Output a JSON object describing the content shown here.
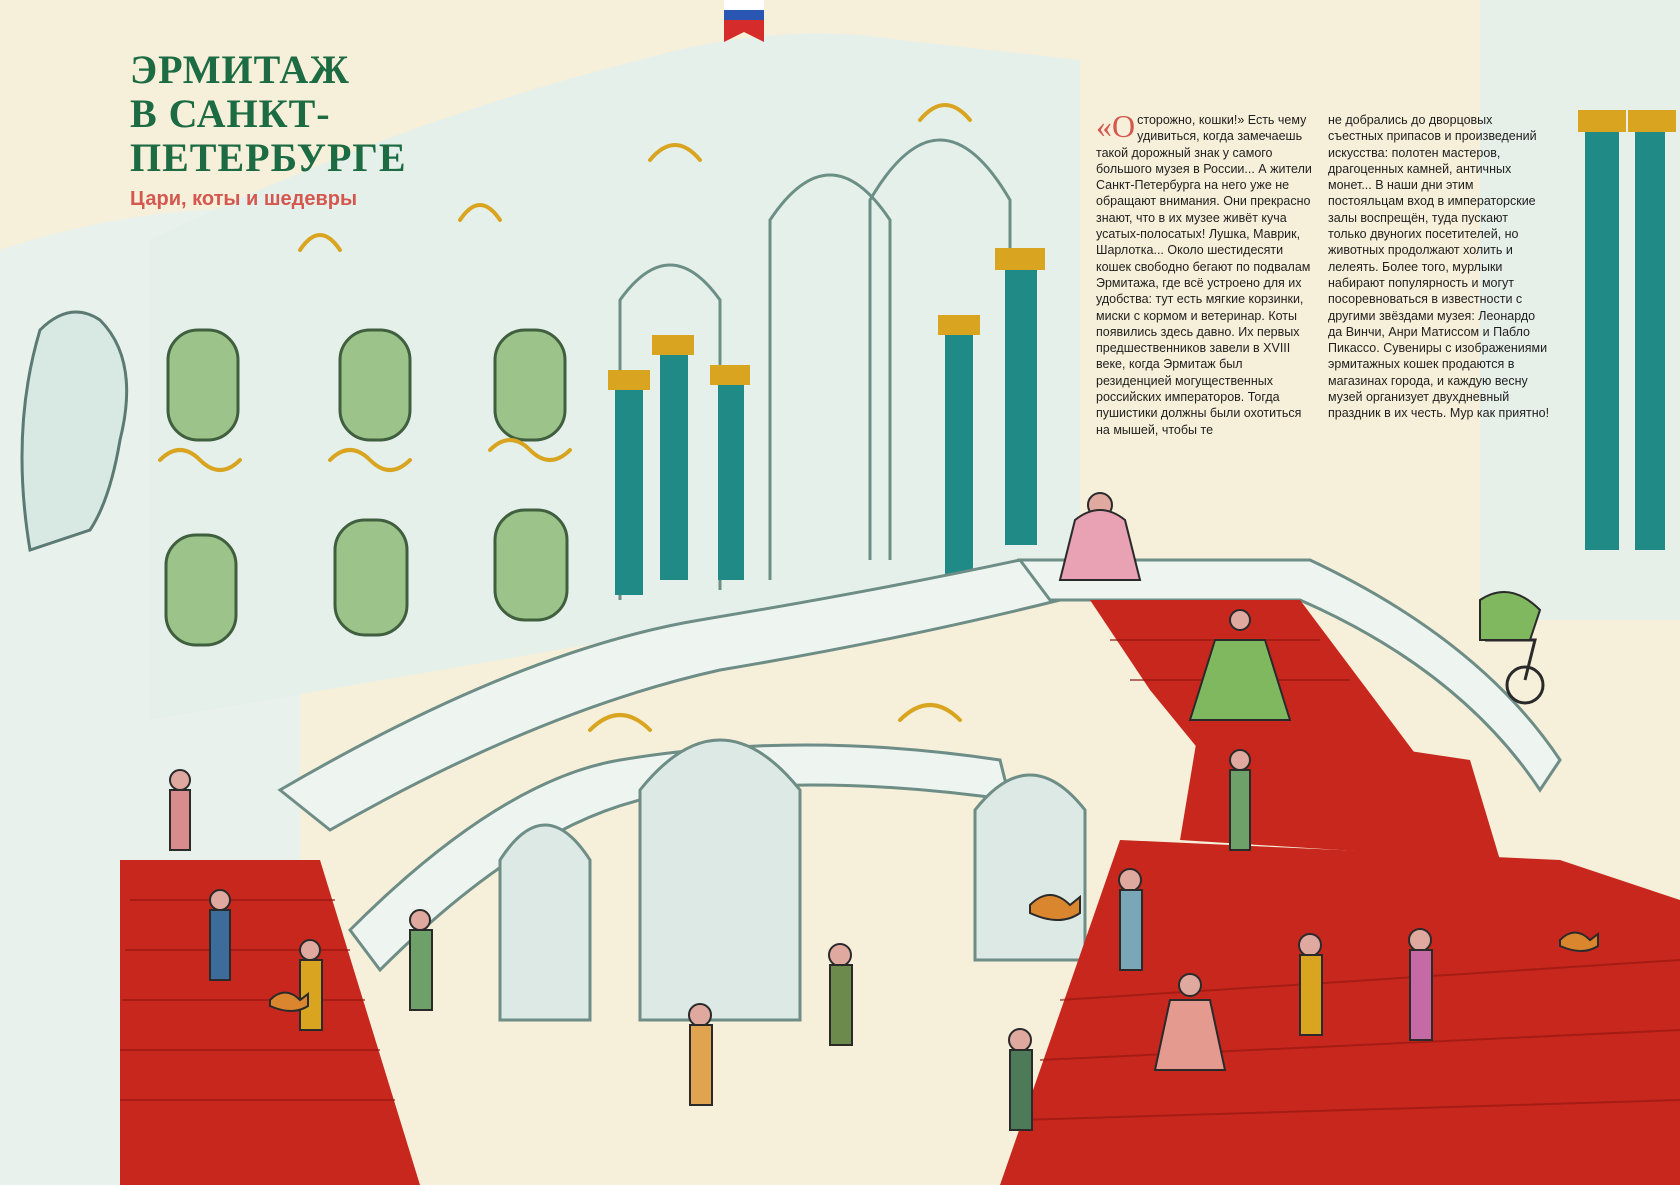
{
  "article": {
    "title_line1": "ЭРМИТАЖ",
    "title_line2": "В САНКТ-ПЕТЕРБУРГЕ",
    "subtitle": "Цари, коты и шедевры",
    "dropcap": "«О",
    "column1": "сторожно, кошки!» Есть чему удивиться, когда замечаешь такой дорожный знак у самого большого музея в России... А жители Санкт-Петербурга на него уже не обращают внимания. Они прекрасно знают, что в их музее живёт куча усатых-полосатых! Лушка, Маврик, Шарлотка... Около шестидесяти кошек свободно бегают по подвалам Эрмитажа, где всё устроено для их удобства: тут есть мягкие корзинки, миски с кормом и ветеринар. Коты появились здесь давно. Их первых предшественников завели в XVIII веке, когда Эрмитаж был резиденцией могущественных российских императоров. Тогда пушистики должны были охотиться на мышей, чтобы те",
    "column2": "не добрались до дворцовых съестных припасов и произведений искусства: полотен мастеров, драгоценных камней, античных монет... В наши дни этим постояльцам вход в императорские залы воспрещён, туда пускают только двуногих посетителей, но животных продолжают холить и лелеять. Более того, мурлыки набирают популярность и могут посоревноваться в известности с другими звёздами музея: Леонардо да Винчи, Анри Матиссом и Пабло Пикассо. Сувениры с изображениями эрмитажных кошек продаются в магазинах города, и каждую весну музей организует двухдневный праздник в их честь. Мур как приятно!"
  },
  "colors": {
    "title": "#1c6b43",
    "subtitle": "#d4584f",
    "paper": "#f6efd9",
    "wall": "#e6f0ea",
    "column_teal": "#1f8a86",
    "gold": "#d9a520",
    "carpet": "#c8271e",
    "window_green": "#9cc48a"
  },
  "illustration": {
    "subject": "Jordan Staircase of the Hermitage with visitors and cats",
    "icons": [
      "russian-flag-icon",
      "cat-icon"
    ]
  }
}
